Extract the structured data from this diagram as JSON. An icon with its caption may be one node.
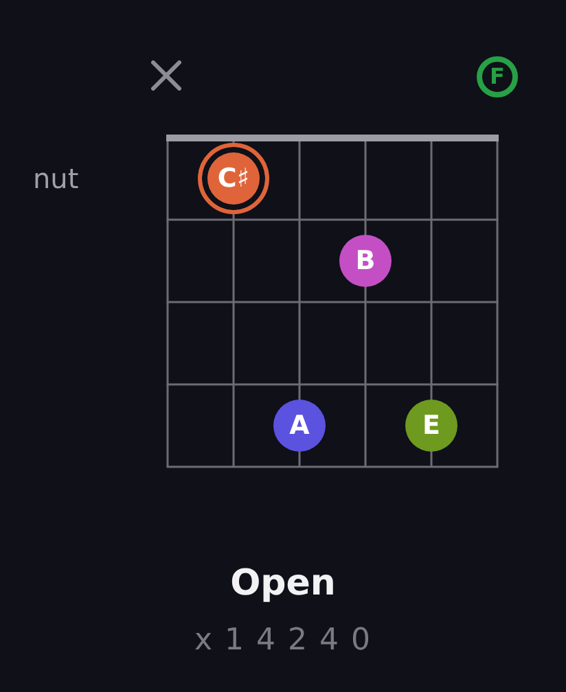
{
  "diagram": {
    "title": "Open",
    "nodes": [
      {
        "text": [
          "C♯"
        ]
      },
      {
        "text": [
          "B"
        ]
      },
      {
        "text": [
          "A"
        ]
      },
      {
        "text": [
          "E"
        ]
      },
      {
        "text": [
          "F"
        ]
      }
    ],
    "labels": [
      "nut",
      "x 1 4 2 4 0"
    ]
  }
}
